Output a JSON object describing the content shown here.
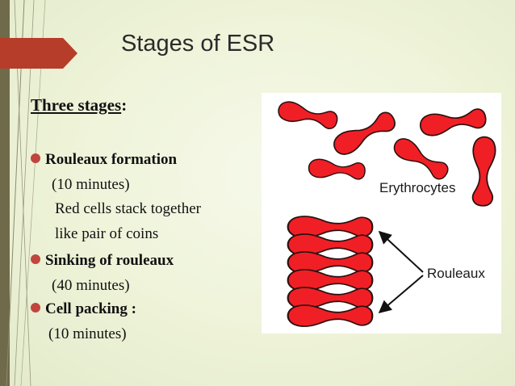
{
  "slide": {
    "title": "Stages of ESR",
    "heading": {
      "underlined": "Three stages",
      "suffix": ":"
    },
    "items": [
      {
        "label": "Rouleaux formation",
        "lines": [
          "(10 minutes)",
          "Red cells stack together",
          "like pair of coins"
        ]
      },
      {
        "label": "Sinking of rouleaux",
        "lines": [
          "(40 minutes)"
        ]
      },
      {
        "label": "Cell packing :",
        "lines": [
          "(10 minutes)"
        ]
      }
    ]
  },
  "figure": {
    "label_top": "Erythrocytes",
    "label_bottom": "Rouleaux"
  },
  "colors": {
    "bullet": "#c0463e",
    "cell_fill": "#f01f25",
    "title_arrow": "#b63d2a"
  }
}
